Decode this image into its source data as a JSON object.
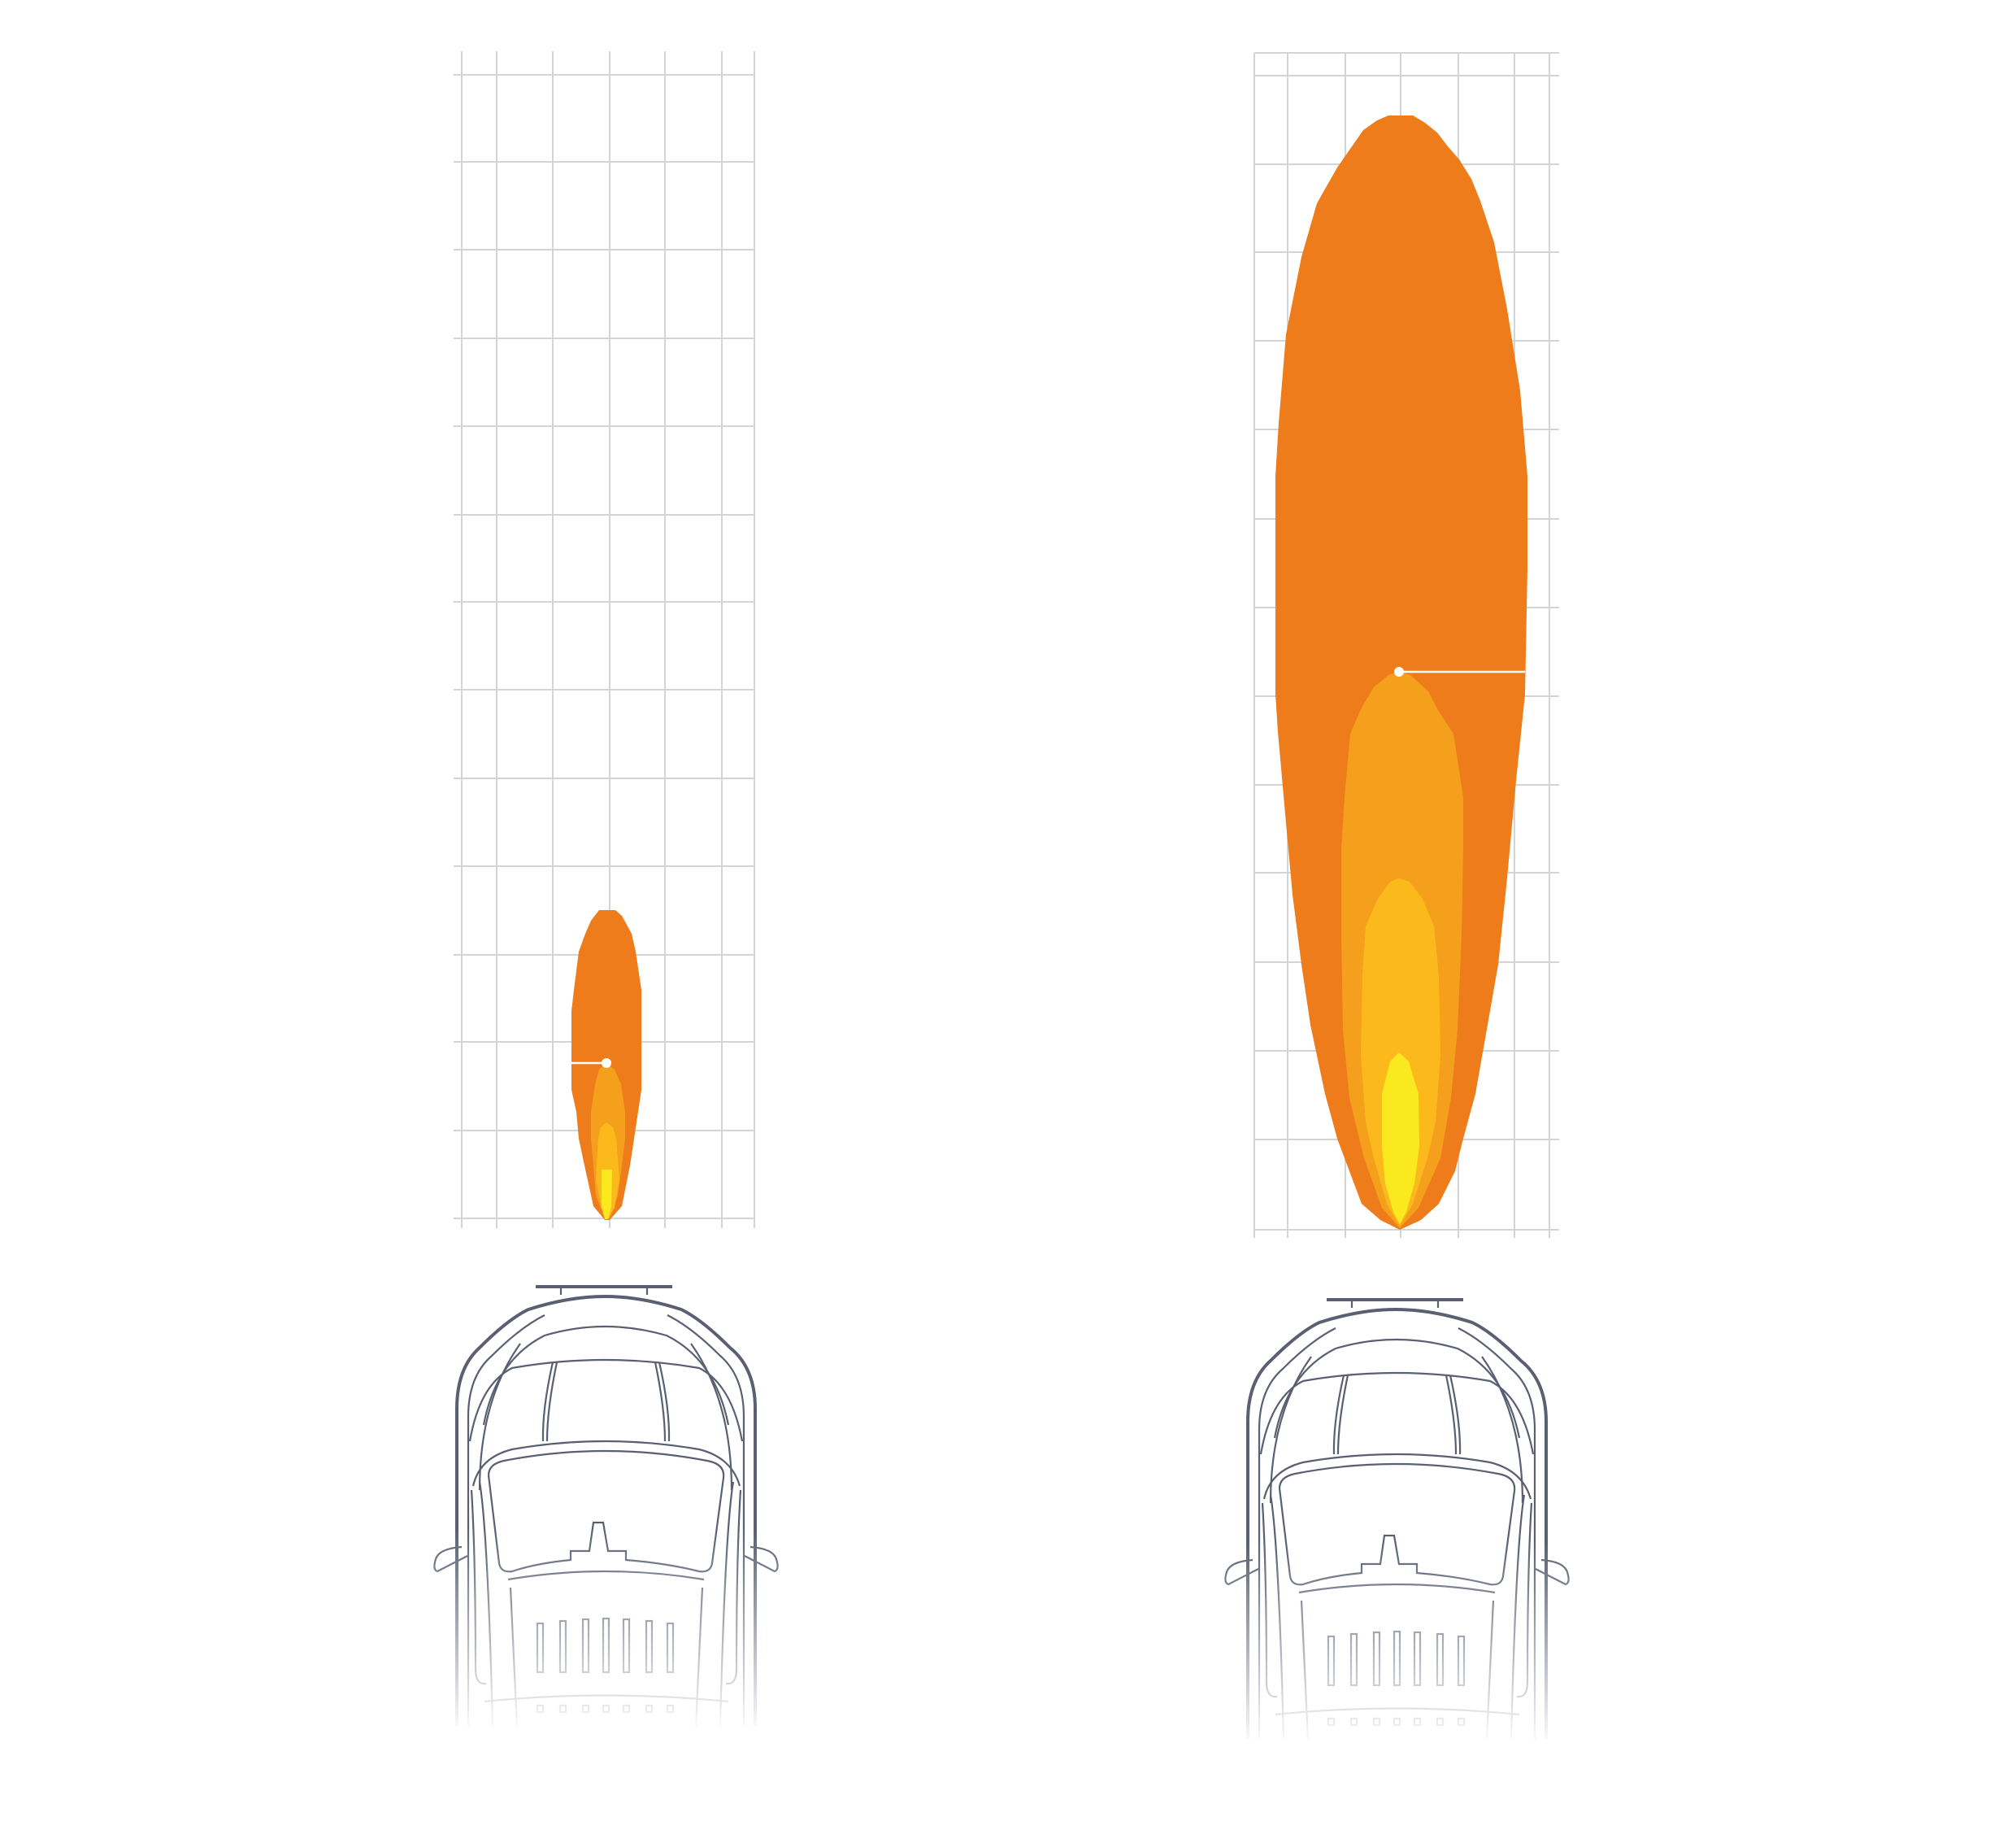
{
  "diagrams": [
    {
      "name": "beam-pattern-left",
      "zones": 4
    },
    {
      "name": "beam-pattern-right",
      "zones": 4
    }
  ],
  "colors": {
    "zone_outer": "#EE7C1B",
    "zone_mid": "#F5A01D",
    "zone_inner": "#FBB91C",
    "zone_core": "#F9E91E",
    "grid": "#D4D4D6",
    "vehicle_outline": "#5A6072",
    "marker": "#FFFFFF"
  }
}
